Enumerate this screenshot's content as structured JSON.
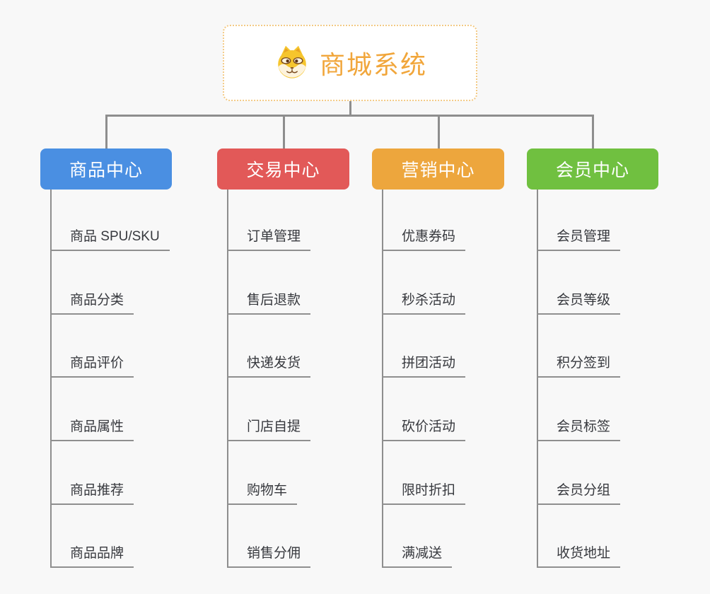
{
  "background_color": "#f8f8f8",
  "connector_color": "#8e8e8e",
  "root": {
    "title": "商城系统",
    "icon": "dog-face-icon",
    "title_color": "#f1a63b",
    "border_color": "#f3ca85"
  },
  "branches": [
    {
      "label": "商品中心",
      "color": "#4a8fe2",
      "items": [
        "商品 SPU/SKU",
        "商品分类",
        "商品评价",
        "商品属性",
        "商品推荐",
        "商品品牌"
      ]
    },
    {
      "label": "交易中心",
      "color": "#e25958",
      "items": [
        "订单管理",
        "售后退款",
        "快递发货",
        "门店自提",
        "购物车",
        "销售分佣"
      ]
    },
    {
      "label": "营销中心",
      "color": "#eda63d",
      "items": [
        "优惠券码",
        "秒杀活动",
        "拼团活动",
        "砍价活动",
        "限时折扣",
        "满减送"
      ]
    },
    {
      "label": "会员中心",
      "color": "#70c040",
      "items": [
        "会员管理",
        "会员等级",
        "积分签到",
        "会员标签",
        "会员分组",
        "收货地址"
      ]
    }
  ]
}
